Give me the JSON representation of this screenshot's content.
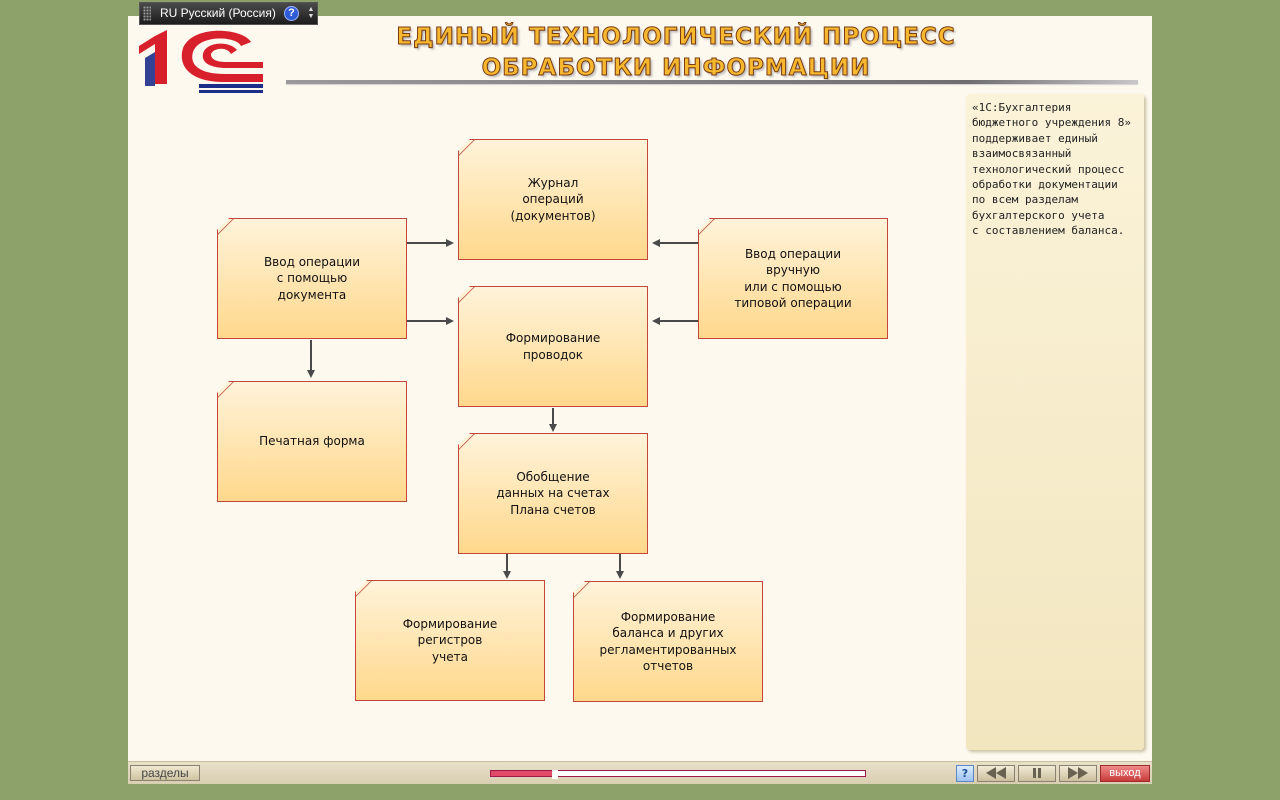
{
  "language_bar": {
    "label": "RU Русский (Россия)",
    "help_glyph": "?"
  },
  "header": {
    "logo_text": "1С",
    "title_line1": "ЕДИНЫЙ ТЕХНОЛОГИЧЕСКИЙ ПРОЦЕСС",
    "title_line2": "ОБРАБОТКИ ИНФОРМАЦИИ"
  },
  "diagram": {
    "journal": "Журнал\nопераций\n(документов)",
    "input_document": "Ввод операции\nс помощью\nдокумента",
    "input_manual": "Ввод операции\nвручную\nили с помощью\nтиповой операции",
    "postings": "Формирование\nпроводок",
    "print_form": "Печатная форма",
    "summary": "Обобщение\nданных на счетах\nПлана счетов",
    "registers": "Формирование\nрегистров\nучета",
    "balance": "Формирование\nбаланса и других\nрегламентированных\nотчетов"
  },
  "side_panel": {
    "text": "«1С:Бухгалтерия\nбюджетного учреждения 8»\nподдерживает единый\nвзаимосвязанный\nтехнологический процесс\nобработки документации\nпо всем разделам\nбухгалтерского учета\nс составлением баланса."
  },
  "bottom_bar": {
    "sections_label": "разделы",
    "progress": 0.17,
    "help_glyph": "?",
    "exit_label": "выход"
  },
  "colors": {
    "background": "#8ca26a",
    "box_border": "#c2473a",
    "box_fill_top": "#fff3da",
    "box_fill_bottom": "#ffd88c",
    "title_fill": "#f5b82e",
    "progress_fill": "#e24a6a"
  },
  "icons": {
    "help": "question-circle-icon",
    "rewind": "rewind-icon",
    "pause": "pause-icon",
    "forward": "fast-forward-icon"
  }
}
